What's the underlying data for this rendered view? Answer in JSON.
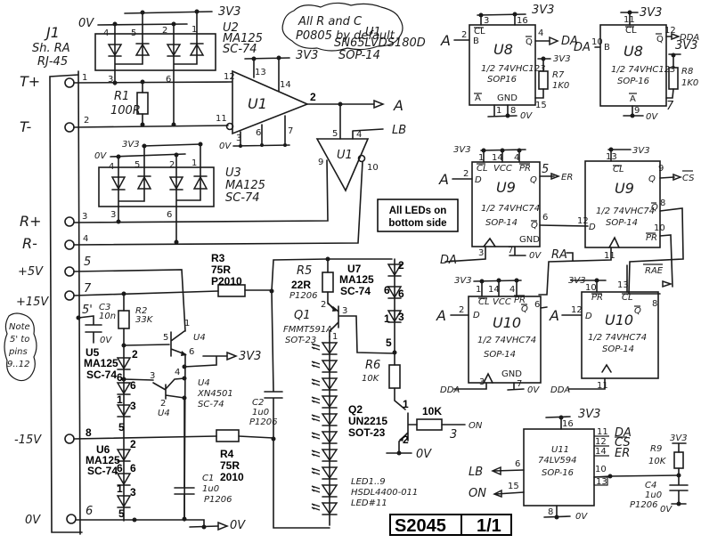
{
  "sheet": {
    "number": "S2045",
    "page": "1/1"
  },
  "notes": {
    "default_rc": [
      "All R and C",
      "P0805 by default"
    ],
    "leds_bottom": [
      "All LEDs on",
      "bottom side"
    ],
    "pins_note": [
      "Note",
      "5' to",
      "pins",
      "9..12"
    ]
  },
  "nets": {
    "v33": "3V3",
    "gnd": "0V",
    "A": "A",
    "LB": "LB",
    "DA": "DA",
    "DDA": "DDA",
    "ER": "ER",
    "CS": "CS",
    "RA": "RA",
    "RAE": "RAE",
    "ON": "ON"
  },
  "connector": {
    "ref": "J1",
    "desc1": "Sh. RA",
    "desc2": "RJ-45",
    "pins": [
      {
        "label": "T+",
        "pin": "1"
      },
      {
        "label": "T-",
        "pin": "2"
      },
      {
        "label": "R+",
        "pin": "3"
      },
      {
        "label": "R-",
        "pin": "4"
      },
      {
        "label": "+5V",
        "pin": "5"
      },
      {
        "label": "+15V",
        "pin": "7"
      },
      {
        "label": "",
        "pin": "5'"
      },
      {
        "label": "-15V",
        "pin": "8"
      },
      {
        "label": "0V",
        "pin": "6"
      }
    ]
  },
  "components": {
    "U1": {
      "ref": "U1",
      "part": "SN65LVDS180D",
      "pkg": "SOP-14",
      "pins": {
        "in_p": "12",
        "in_n": "11",
        "vcc1": "13",
        "vcc2": "14",
        "out": "2",
        "g1": "3",
        "g2": "6",
        "g3": "7",
        "rx_a": "5",
        "rx_b": "4",
        "rx_in_p": "9",
        "rx_in_n": "10"
      }
    },
    "U2": {
      "ref": "U2",
      "part": "MA125",
      "pkg": "SC-74",
      "pins": [
        "4",
        "5",
        "2",
        "1",
        "3",
        "6"
      ]
    },
    "U3": {
      "ref": "U3",
      "part": "MA125",
      "pkg": "SC-74",
      "pins": [
        "4",
        "5",
        "2",
        "1",
        "3",
        "6"
      ]
    },
    "R1": {
      "ref": "R1",
      "value": "100R"
    },
    "R2": {
      "ref": "R2",
      "value": "33K"
    },
    "R3": {
      "ref": "R3",
      "value": "75R",
      "pkg": "P2010"
    },
    "R4": {
      "ref": "R4",
      "value": "75R",
      "pkg": "2010"
    },
    "R5": {
      "ref": "R5",
      "value": "22R",
      "pkg": "P1206"
    },
    "R6": {
      "ref": "R6",
      "value": "10K"
    },
    "R7": {
      "ref": "R7",
      "value": "1K0"
    },
    "R8": {
      "ref": "R8",
      "value": "1K0"
    },
    "R9": {
      "ref": "R9",
      "value": "10K"
    },
    "Rq2": {
      "value": "10K",
      "pin": "3"
    },
    "C1": {
      "ref": "C1",
      "value": "1u0",
      "pkg": "P1206"
    },
    "C2": {
      "ref": "C2",
      "value": "1u0",
      "pkg": "P1206"
    },
    "C3": {
      "ref": "C3",
      "value": "10n"
    },
    "C4": {
      "ref": "C4",
      "value": "1u0",
      "pkg": "P1206"
    },
    "U4": {
      "ref": "U4",
      "part": "XN4501",
      "pkg": "SC-74",
      "pins": [
        "1",
        "5",
        "6",
        "3",
        "4",
        "2"
      ]
    },
    "U5": {
      "ref": "U5",
      "part": "MA125",
      "pkg": "SC-74",
      "pins": [
        "2",
        "6",
        "6",
        "1",
        "3",
        "5"
      ]
    },
    "U6": {
      "ref": "U6",
      "part": "MA125",
      "pkg": "SC-74",
      "pins": [
        "2",
        "6",
        "6",
        "1",
        "3",
        "5"
      ]
    },
    "U7": {
      "ref": "U7",
      "part": "MA125",
      "pkg": "SC-74",
      "pins": [
        "2",
        "6",
        "6",
        "1",
        "3",
        "5"
      ]
    },
    "Q1": {
      "ref": "Q1",
      "part": "FMMT591A",
      "pkg": "SOT-23",
      "pins": [
        "2",
        "3",
        "1"
      ]
    },
    "Q2": {
      "ref": "Q2",
      "part": "UN2215",
      "pkg": "SOT-23",
      "pins": [
        "1",
        "2"
      ]
    },
    "LEDs": {
      "line1": "LED1..9",
      "line2": "HSDL4400-011",
      "line3": "LED#11"
    },
    "U8a": {
      "ref": "U8",
      "part": "1/2 74VHC123",
      "pkg": "SOP16",
      "pins": {
        "cl": "3",
        "vcc": "16",
        "b": "2",
        "q": "4",
        "a": "1",
        "gnd": "8",
        "rc": "15"
      },
      "lbl": {
        "cl": "CL",
        "b": "B",
        "q": "Q",
        "a": "A",
        "gnd": "GND"
      }
    },
    "U8b": {
      "ref": "U8",
      "part": "1/2 74VHC123",
      "pkg": "SOP-16",
      "pins": {
        "cl": "11",
        "b": "10",
        "q": "12",
        "a": "9",
        "rc": "7"
      },
      "lbl": {
        "cl": "CL",
        "b": "B",
        "q": "Q",
        "a": "A"
      }
    },
    "U9a": {
      "ref": "U9",
      "part": "1/2 74VHC74",
      "pkg": "SOP-14",
      "pins": {
        "cl": "1",
        "vcc": "14",
        "pr": "4",
        "d": "2",
        "q": "5",
        "qn": "6",
        "clk": "3",
        "gnd": "7"
      },
      "lbl": {
        "cl": "CL",
        "vcc": "VCC",
        "pr": "PR",
        "d": "D",
        "q": "Q",
        "qn": "Q",
        "gnd": "GND"
      }
    },
    "U9b": {
      "ref": "U9",
      "part": "1/2 74VHC74",
      "pkg": "SOP-14",
      "pins": {
        "cl": "13",
        "d": "12",
        "q": "9",
        "qn": "8",
        "pr": "10",
        "clk": "11"
      },
      "lbl": {
        "cl": "CL",
        "d": "D",
        "q": "Q",
        "qn": "Q",
        "pr": "PR"
      }
    },
    "U10a": {
      "ref": "U10",
      "part": "1/2 74VHC74",
      "pkg": "SOP-14",
      "pins": {
        "cl": "1",
        "vcc": "14",
        "pr": "4",
        "d": "2",
        "qn": "6",
        "clk": "3",
        "gnd": "7"
      },
      "lbl": {
        "cl": "CL",
        "vcc": "VCC",
        "pr": "PR",
        "d": "D",
        "qn": "Q",
        "gnd": "GND"
      }
    },
    "U10b": {
      "ref": "U10",
      "part": "1/2 74VHC74",
      "pkg": "SOP-14",
      "pins": {
        "pr": "10",
        "cl": "13",
        "d": "12",
        "q": "8",
        "clk": "11"
      },
      "lbl": {
        "pr": "PR",
        "cl": "CL",
        "d": "D",
        "q": "Q"
      }
    },
    "U11": {
      "ref": "U11",
      "part": "74LV594",
      "pkg": "SOP-16",
      "pins": {
        "vcc": "16",
        "da": "11",
        "cs": "12",
        "er": "14",
        "p10": "10",
        "p13": "13",
        "lb": "6",
        "on": "15",
        "gnd": "8"
      }
    }
  }
}
